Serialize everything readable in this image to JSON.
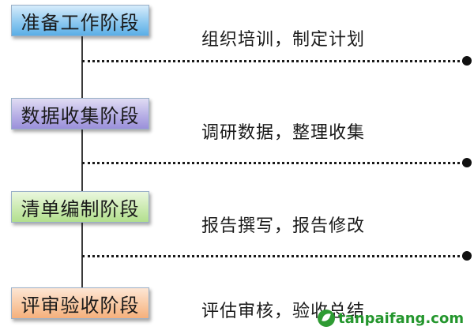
{
  "stages": [
    {
      "label": "准备工作阶段",
      "task": "组织培训，制定计划",
      "color": "#8ec9f0"
    },
    {
      "label": "数据收集阶段",
      "task": "调研数据，整理收集",
      "color": "#b8b0e6"
    },
    {
      "label": "清单编制阶段",
      "task": "报告撰写，报告修改",
      "color": "#cbeab0"
    },
    {
      "label": "评审验收阶段",
      "task": "评估审核，验收总结",
      "color": "#f9c9a3"
    }
  ],
  "watermark": {
    "text": "tanpaifang.com",
    "color": "#24962d"
  }
}
